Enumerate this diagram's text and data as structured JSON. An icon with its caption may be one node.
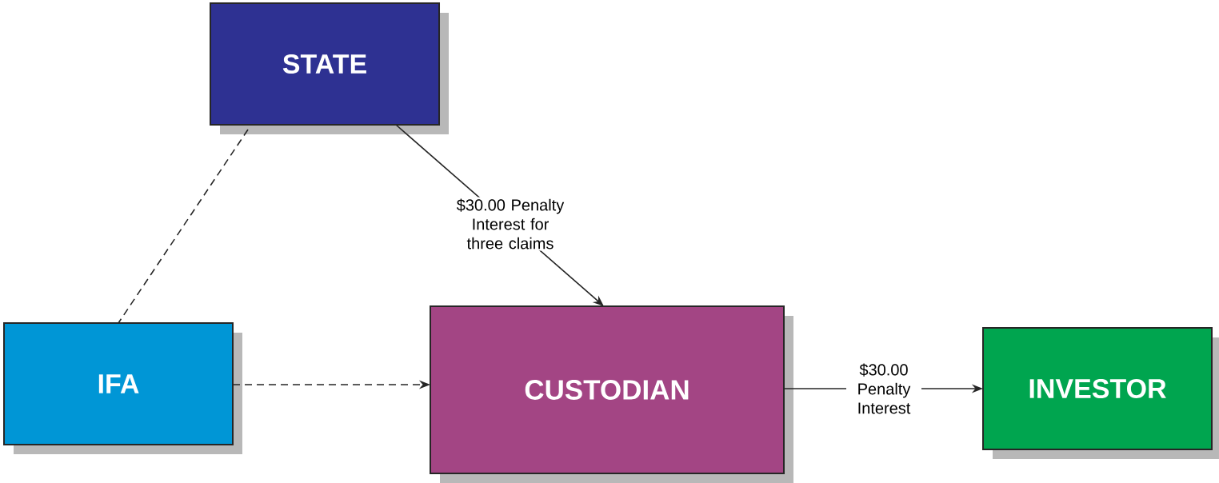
{
  "diagram": {
    "nodes": [
      {
        "text": [
          "STATE"
        ]
      },
      {
        "text": [
          "IFA"
        ]
      },
      {
        "text": [
          "CUSTODIAN"
        ]
      },
      {
        "text": [
          "INVESTOR"
        ]
      }
    ],
    "edges": [
      {
        "from": 0,
        "to": 1,
        "arrow": "none",
        "style": "dashed"
      },
      {
        "from": 1,
        "to": 2,
        "arrow": "to",
        "style": "dashed"
      },
      {
        "from": 0,
        "to": 2,
        "arrow": "to",
        "label": "$30.00 Penalty Interest for three claims"
      },
      {
        "from": 2,
        "to": 3,
        "arrow": "to",
        "label": "$30.00 Penalty Interest"
      }
    ]
  }
}
